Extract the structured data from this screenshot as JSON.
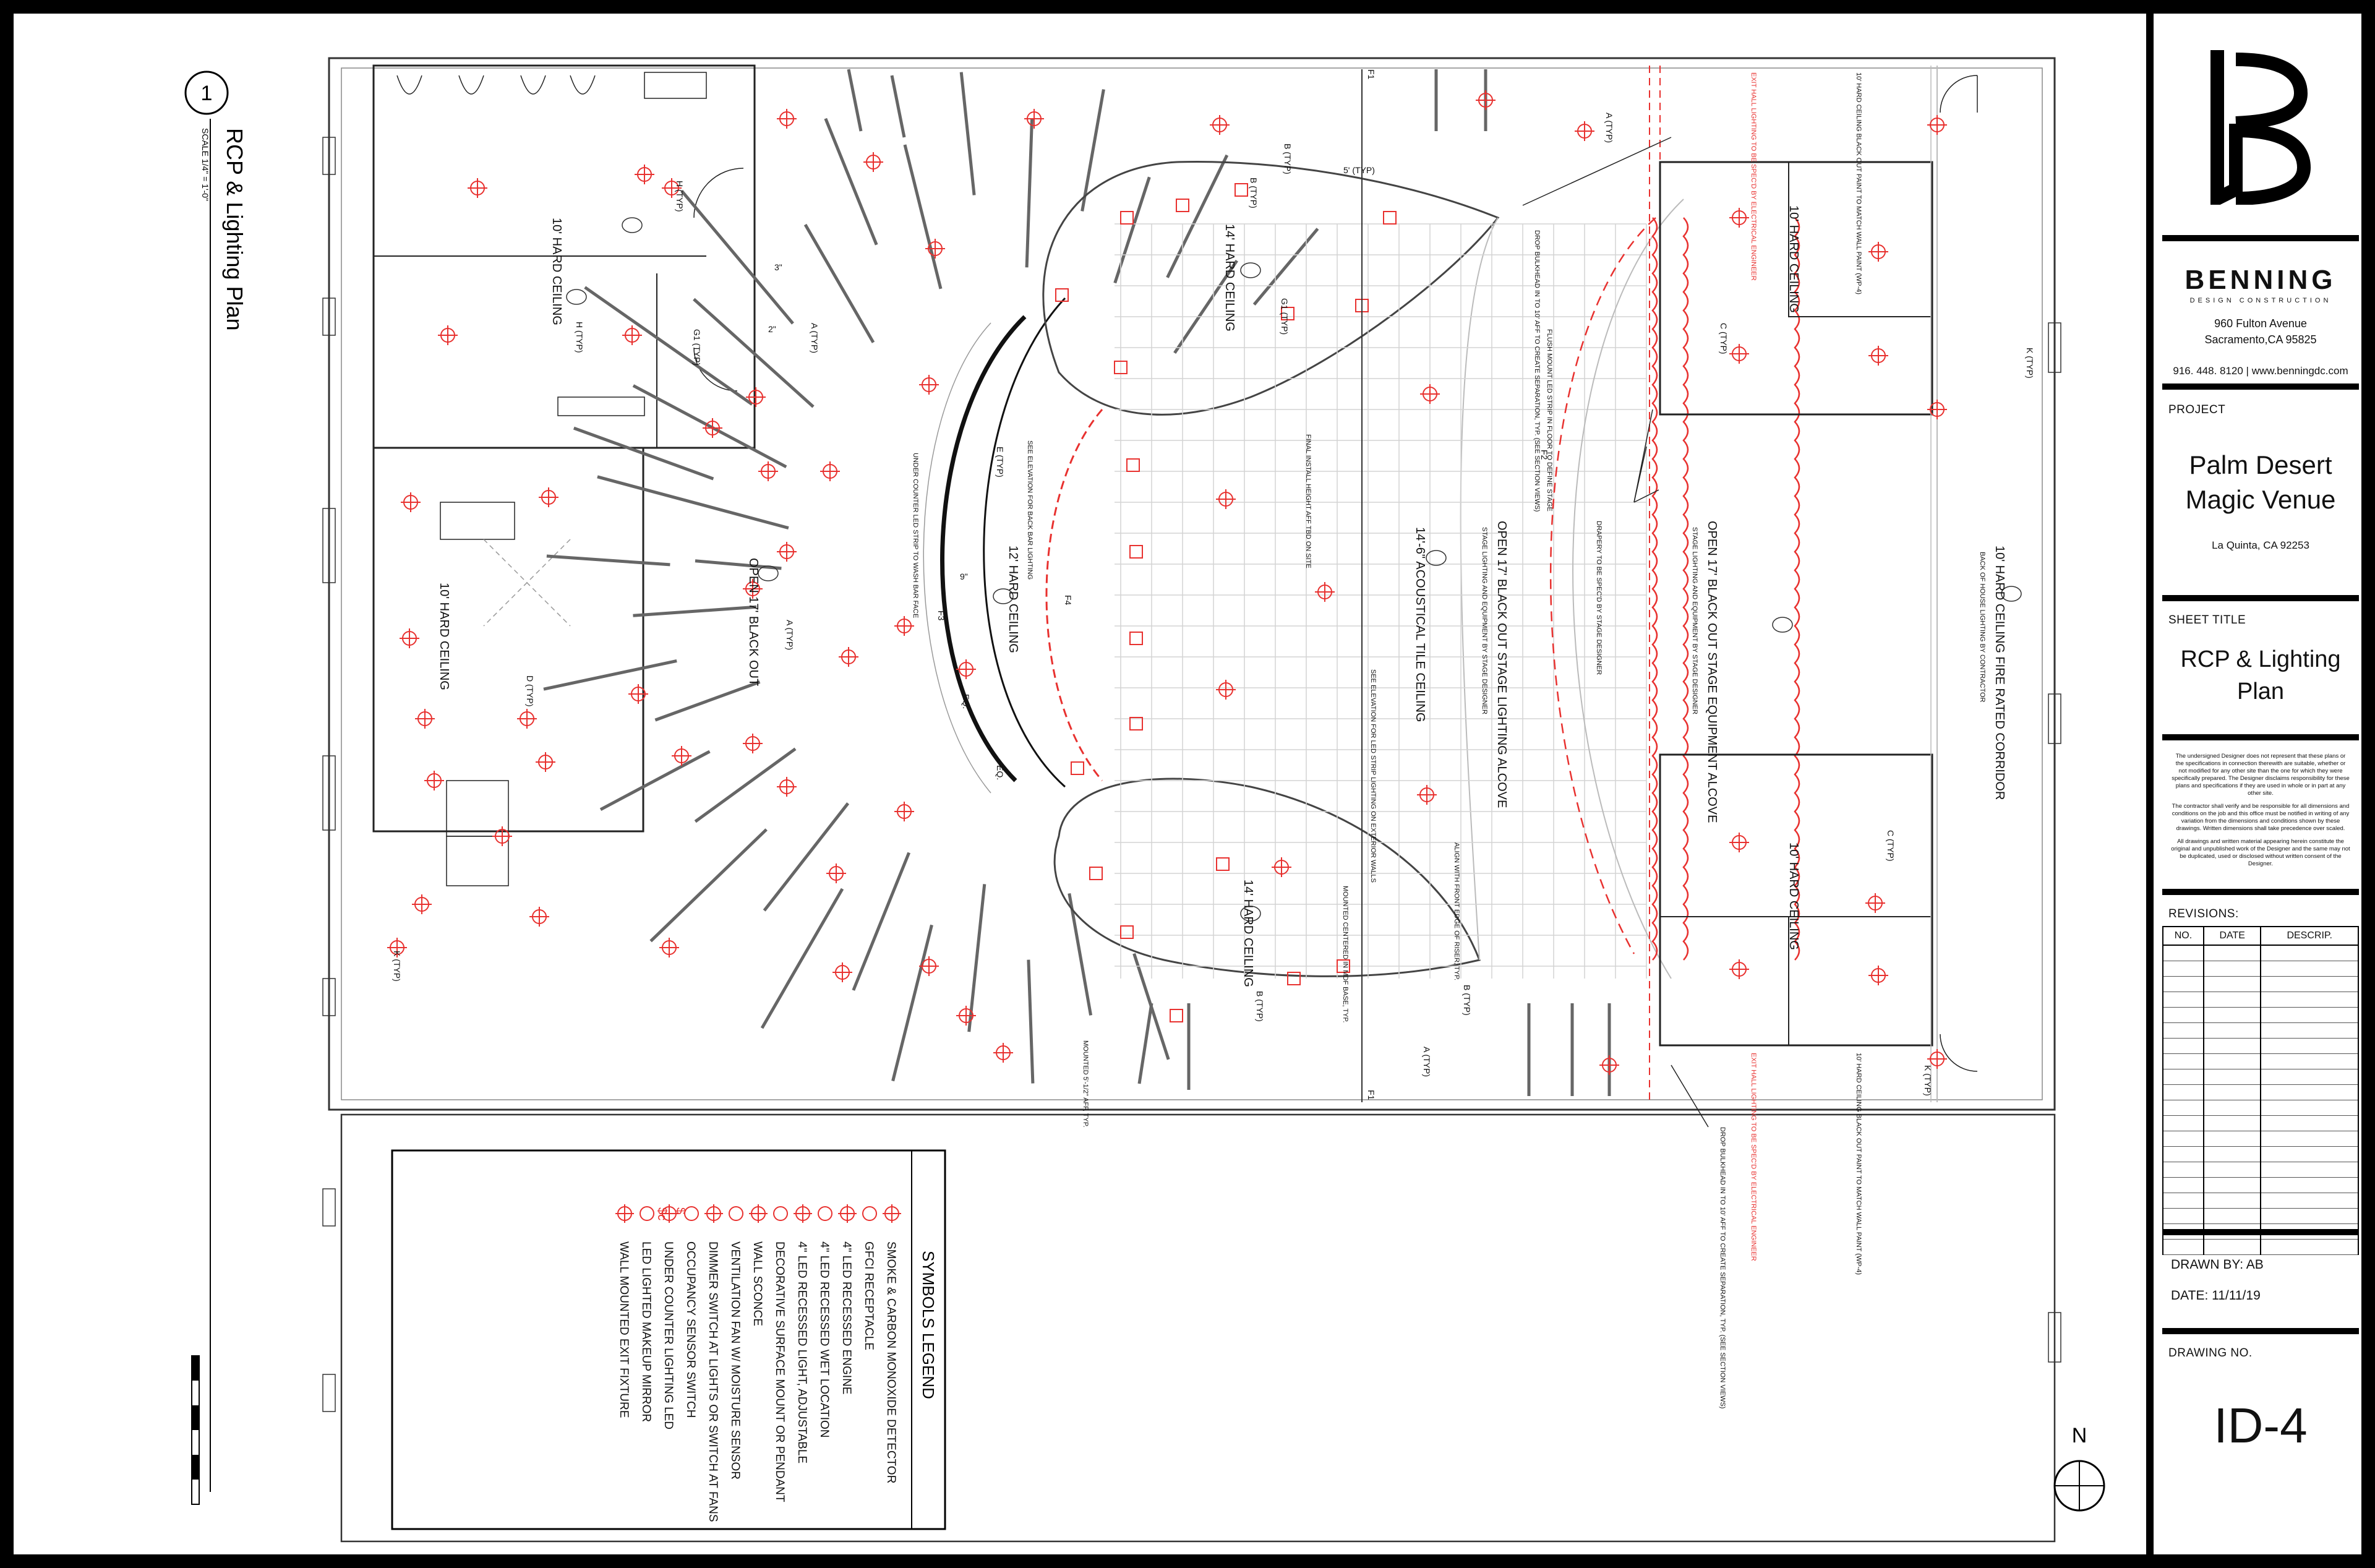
{
  "drawing": {
    "view_number": "1",
    "view_title": "RCP & Lighting Plan",
    "view_scale": "SCALE 1/4\" = 1'-0\"",
    "north_label": "N"
  },
  "ceiling_tags": {
    "left_restroom_ceiling": "10' HARD CEILING",
    "left_lounge_ceiling": "10' HARD CEILING",
    "open_black_out": "OPEN 17' BLACK OUT",
    "bar_ceiling": "12' HARD CEILING",
    "upper_lobe_ceiling": "14' HARD CEILING",
    "lower_lobe_ceiling": "14' HARD CEILING",
    "acoustical_ceiling": "14'-6\" ACOUSTICAL TILE CEILING",
    "stage_alcove": "OPEN 17' BLACK OUT STAGE LIGHTING ALCOVE",
    "stage_alcove_note": "STAGE LIGHTING AND EQUIPMENT BY STAGE DESIGNER",
    "equipment_alcove": "OPEN 17' BLACK OUT STAGE EQUIPMENT ALCOVE",
    "equipment_alcove_note": "STAGE LIGHTING AND EQUIPMENT BY STAGE DESIGNER",
    "right_upper_ceiling": "10' HARD CEILING",
    "right_lower_ceiling": "10' HARD CEILING",
    "fire_corridor": "10' HARD CEILING FIRE RATED CORRIDOR",
    "fire_corridor_note": "BACK OF HOUSE LIGHTING BY CONTRACTOR"
  },
  "notes": {
    "exit_hall_upper": "10' HARD CEILING BLACK OUT PAINT TO MATCH WALL PAINT (WP-4)",
    "exit_hall_upper_red": "EXIT HALL LIGHTING TO BE SPEC'D BY ELECTRICAL ENGINEER",
    "exit_hall_lower": "10' HARD CEILING BLACK OUT PAINT TO MATCH WALL PAINT (WP-4)",
    "exit_hall_lower_red": "EXIT HALL LIGHTING TO BE SPEC'D BY ELECTRICAL ENGINEER",
    "drop_bulkhead_upper": "DROP BULKHEAD IN TO 10' AFF TO CREATE SEPARATION, TYP. (SEE SECTION VIEWS)",
    "drop_bulkhead_lower": "DROP BULKHEAD IN TO 10' AFF TO CREATE SEPARATION, TYP. (SEE SECTION VIEWS)",
    "flush_mount_led": "FLUSH MOUNT LED STRIP IN FLOOR TO DEFINE STAGE",
    "drapery": "DRAPERY TO BE SPEC'D BY STAGE DESIGNER",
    "elevation_led": "SEE ELEVATION FOR LED STRIP LIGHTING ON EXTERIOR WALLS",
    "under_counter": "UNDER COUNTER LED STRIP TO WASH BAR FACE",
    "bar_elevation": "SEE ELEVATION FOR BACK BAR LIGHTING",
    "final_install": "FINAL INSTALL HEIGHT AFF TBD ON SITE",
    "mounted_centered": "MOUNTED CENTERED IN MDF BASE, TYP.",
    "align_front": "ALIGN WITH FRONT EDGE OF RISER, TYP.",
    "mounted_aff": "MOUNTED 5'-1/2\" AFF, TYP."
  },
  "symbol_tags": {
    "typ_a": "A (TYP)",
    "typ_b": "B (TYP)",
    "typ_c": "C (TYP)",
    "typ_d": "D (TYP)",
    "typ_e": "E (TYP)",
    "typ_g1": "G1 (TYP)",
    "typ_h": "H (TYP)",
    "typ_k": "K (TYP)",
    "f1": "F1",
    "f2": "F2",
    "f3": "F3",
    "f4": "F4",
    "eq": "EQ.",
    "spacing_5": "5' (TYP)",
    "dim_3": "3\"",
    "dim_2": "2\"",
    "dim_9": "9\""
  },
  "legend": {
    "title": "SYMBOLS LEGEND",
    "items": [
      "SMOKE & CARBON MONOXIDE DETECTOR",
      "GFCI RECEPTACLE",
      "4\" LED RECESSED ENGINE",
      "4\" LED RECESSED WET LOCATION",
      "4\" LED RECESSED LIGHT, ADJUSTABLE",
      "DECORATIVE SURFACE MOUNT OR PENDANT",
      "WALL SCONCE",
      "VENTILATION FAN W/ MOISTURE SENSOR",
      "DIMMER SWITCH AT LIGHTS OR SWITCH AT FANS",
      "OCCUPANCY SENSOR SWITCH",
      "UNDER COUNTER LIGHTING LED",
      "LED LIGHTED MAKEUP MIRROR",
      "WALL MOUNTED EXIT FIXTURE"
    ],
    "switch_symbols": [
      "$",
      "$c"
    ]
  },
  "title_block": {
    "firm_name": "BENNING",
    "firm_subtitle": "DESIGN CONSTRUCTION",
    "address_line1": "960 Fulton Avenue",
    "address_line2": "Sacramento,CA 95825",
    "contact": "916. 448. 8120  |  www.benningdc.com",
    "project_label": "PROJECT",
    "project_name": "Palm Desert Magic Venue",
    "project_city": "La Quinta, CA 92253",
    "sheet_title_label": "SHEET TITLE",
    "sheet_title": "RCP & Lighting Plan",
    "disclaimer": [
      "The undersigned Designer does not represent that these plans or the specifications in connection therewith are suitable, whether or not modified for any other site than the one for which they were specifically prepared. The Designer disclaims responsibility for these plans and specifications if they are used in whole or in part at any other site.",
      "The contractor shall verify and be responsible for all dimensions and conditions on the job and this office must be notified in writing of any variation from the dimensions and conditions shown by these drawings. Written dimensions shall take precedence over scaled.",
      "All drawings and written material appearing herein constitute the original and unpublished work of the Designer and the same may not be duplicated, used or disclosed without written consent of the Designer."
    ],
    "revisions_label": "REVISIONS:",
    "rev_cols": [
      "NO.",
      "DATE",
      "DESCRIP."
    ],
    "drawn_by": "DRAWN BY: AB",
    "date": "DATE: 11/11/19",
    "drawing_no_label": "DRAWING NO.",
    "drawing_no": "ID-4"
  },
  "colors": {
    "fixture_red": "#e8312f",
    "linework": "#333333",
    "border": "#000000"
  }
}
